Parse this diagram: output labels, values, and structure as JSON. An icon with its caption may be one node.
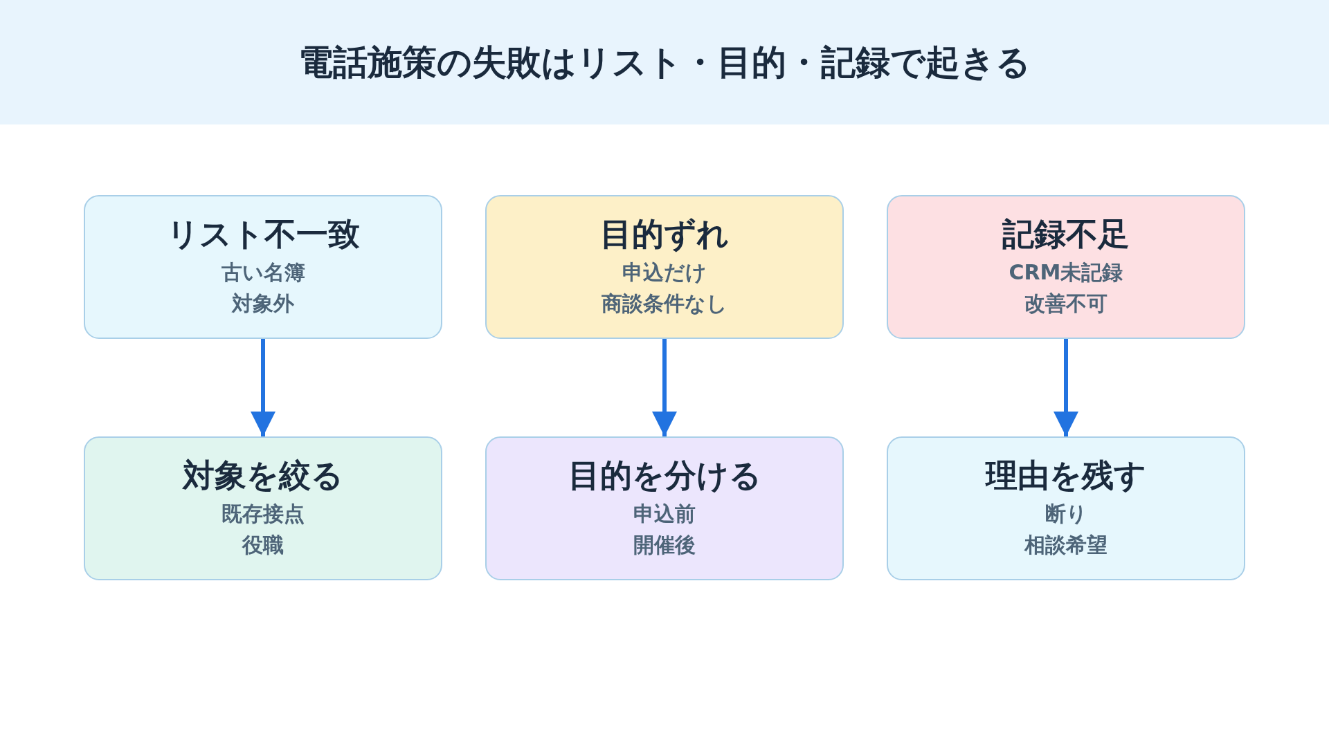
{
  "diagram": {
    "title": "電話施策の失敗はリスト・目的・記録で起きる",
    "nodes": [
      {
        "text": [
          "リスト不一致",
          "古い名簿",
          "対象外"
        ]
      },
      {
        "text": [
          "目的ずれ",
          "申込だけ",
          "商談条件なし"
        ]
      },
      {
        "text": [
          "記録不足",
          "CRM未記録",
          "改善不可"
        ]
      },
      {
        "text": [
          "対象を絞る",
          "既存接点",
          "役職"
        ]
      },
      {
        "text": [
          "目的を分ける",
          "申込前",
          "開催後"
        ]
      },
      {
        "text": [
          "理由を残す",
          "断り",
          "相談希望"
        ]
      }
    ],
    "edges": [
      {
        "from": 0,
        "to": 3,
        "arrow": "to"
      },
      {
        "from": 1,
        "to": 4,
        "arrow": "to"
      },
      {
        "from": 2,
        "to": 5,
        "arrow": "to"
      }
    ]
  }
}
